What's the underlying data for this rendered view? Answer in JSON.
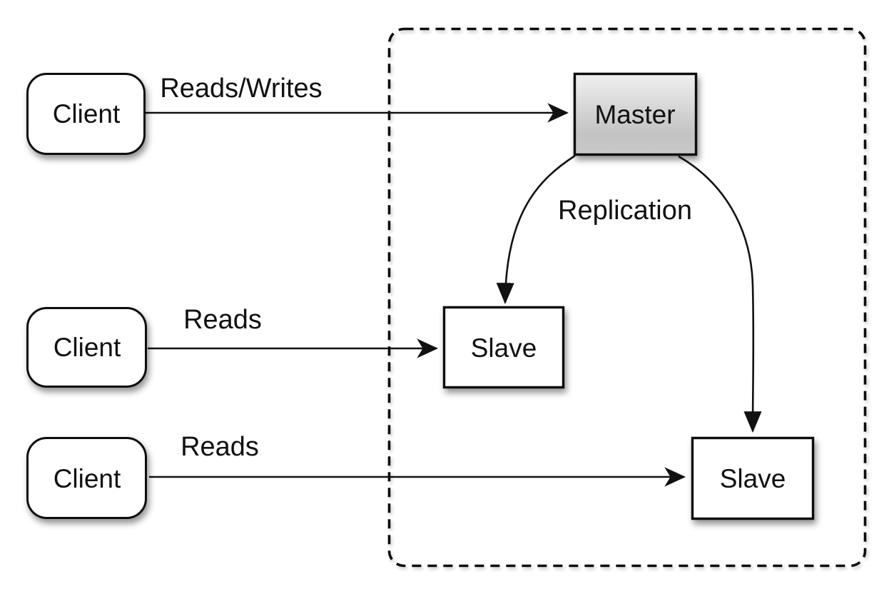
{
  "diagram": {
    "kind": "master-slave-replication-topology",
    "background": "#ffffff",
    "boundary": {
      "style": "dashed-rounded-rect",
      "stroke_color": "#111111"
    },
    "nodes": [
      {
        "id": "client-1",
        "label": "Client",
        "shape": "rounded-rect",
        "fill": "#ffffff"
      },
      {
        "id": "client-2",
        "label": "Client",
        "shape": "rounded-rect",
        "fill": "#ffffff"
      },
      {
        "id": "client-3",
        "label": "Client",
        "shape": "rounded-rect",
        "fill": "#ffffff"
      },
      {
        "id": "master",
        "label": "Master",
        "shape": "rect",
        "fill_top": "#efefef",
        "fill_bottom": "#bdbdbd"
      },
      {
        "id": "slave-1",
        "label": "Slave",
        "shape": "rect",
        "fill": "#ffffff"
      },
      {
        "id": "slave-2",
        "label": "Slave",
        "shape": "rect",
        "fill": "#ffffff"
      }
    ],
    "edges": [
      {
        "from": "client-1",
        "to": "master",
        "label": "Reads/Writes",
        "style": "straight-arrow"
      },
      {
        "from": "client-2",
        "to": "slave-1",
        "label": "Reads",
        "style": "straight-arrow"
      },
      {
        "from": "client-3",
        "to": "slave-2",
        "label": "Reads",
        "style": "straight-arrow"
      },
      {
        "from": "master",
        "to": "slave-1",
        "label": "Replication",
        "style": "curved-arrow"
      },
      {
        "from": "master",
        "to": "slave-2",
        "label": "",
        "style": "curved-arrow"
      }
    ],
    "colors": {
      "stroke": "#111111",
      "text": "#111111"
    }
  }
}
